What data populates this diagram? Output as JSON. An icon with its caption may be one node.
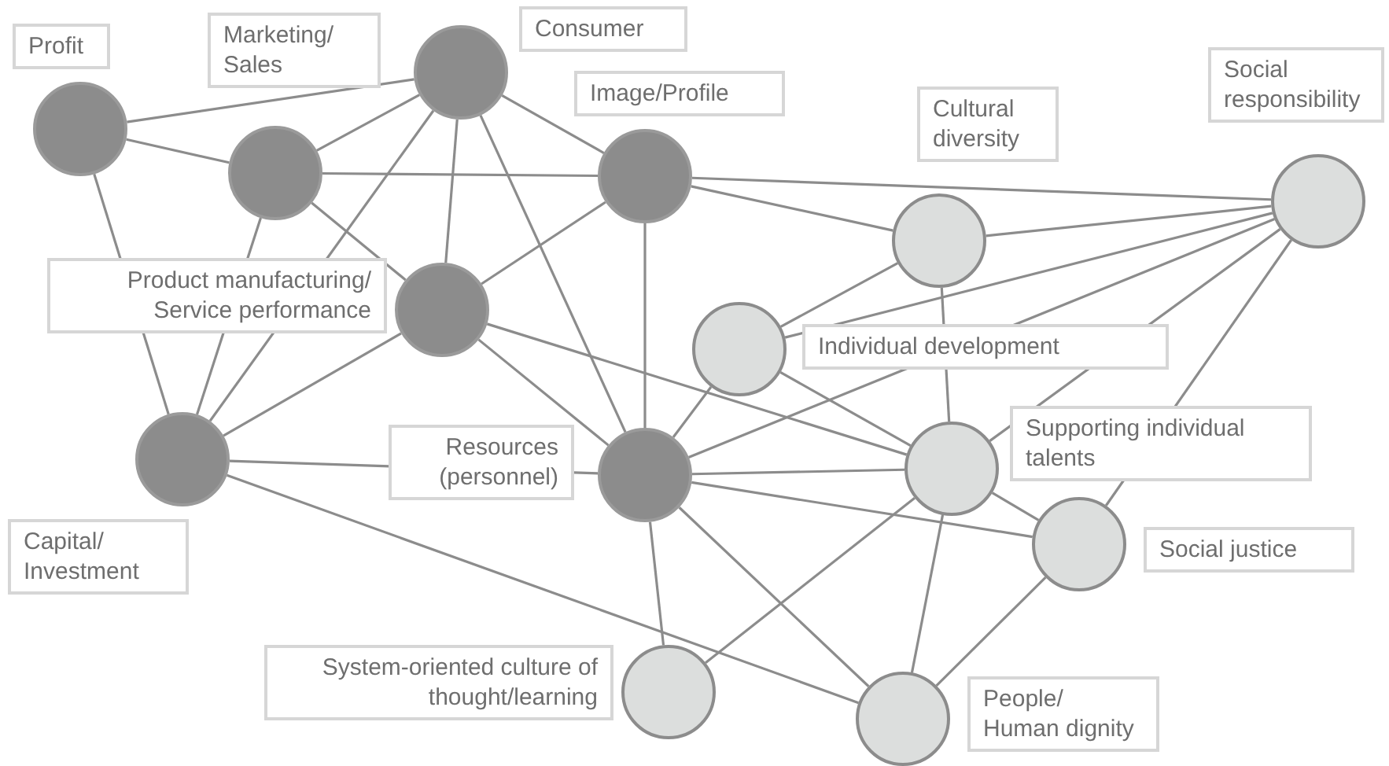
{
  "diagram": {
    "nodes": [
      {
        "text": [],
        "shape": "circle",
        "beside": [
          "Profit"
        ]
      },
      {
        "text": [],
        "shape": "circle",
        "beside": [
          "Marketing/ Sales"
        ]
      },
      {
        "text": [],
        "shape": "circle",
        "beside": [
          "Consumer"
        ]
      },
      {
        "text": [],
        "shape": "circle",
        "beside": [
          "Image/Profile"
        ]
      },
      {
        "text": [],
        "shape": "circle",
        "beside": [
          "Cultural diversity"
        ]
      },
      {
        "text": [],
        "shape": "circle",
        "beside": [
          "Social responsibility"
        ]
      },
      {
        "text": [],
        "shape": "circle",
        "beside": [
          "Product manufacturing/ Service performance"
        ]
      },
      {
        "text": [],
        "shape": "circle",
        "beside": [
          "Individual development"
        ]
      },
      {
        "text": [],
        "shape": "circle",
        "beside": [
          "Capital/ Investment"
        ]
      },
      {
        "text": [],
        "shape": "circle",
        "beside": [
          "Resources (personnel)"
        ]
      },
      {
        "text": [],
        "shape": "circle",
        "beside": [
          "Supporting individual talents"
        ]
      },
      {
        "text": [],
        "shape": "circle",
        "beside": [
          "Social justice"
        ]
      },
      {
        "text": [],
        "shape": "circle",
        "beside": [
          "System-oriented culture of thought/learning"
        ]
      },
      {
        "text": [],
        "shape": "circle",
        "beside": [
          "People/ Human dignity"
        ]
      }
    ],
    "edges": [
      {
        "from": 0,
        "to": 2,
        "arrow": "none"
      },
      {
        "from": 0,
        "to": 1,
        "arrow": "none"
      },
      {
        "from": 0,
        "to": 8,
        "arrow": "none"
      },
      {
        "from": 1,
        "to": 2,
        "arrow": "none"
      },
      {
        "from": 1,
        "to": 3,
        "arrow": "none"
      },
      {
        "from": 3,
        "to": 5,
        "arrow": "none"
      },
      {
        "from": 1,
        "to": 6,
        "arrow": "none"
      },
      {
        "from": 1,
        "to": 8,
        "arrow": "none"
      },
      {
        "from": 2,
        "to": 3,
        "arrow": "none"
      },
      {
        "from": 2,
        "to": 6,
        "arrow": "none"
      },
      {
        "from": 2,
        "to": 8,
        "arrow": "none"
      },
      {
        "from": 2,
        "to": 9,
        "arrow": "none"
      },
      {
        "from": 3,
        "to": 4,
        "arrow": "none"
      },
      {
        "from": 3,
        "to": 6,
        "arrow": "none"
      },
      {
        "from": 3,
        "to": 9,
        "arrow": "none"
      },
      {
        "from": 4,
        "to": 5,
        "arrow": "none"
      },
      {
        "from": 4,
        "to": 7,
        "arrow": "none"
      },
      {
        "from": 4,
        "to": 10,
        "arrow": "none"
      },
      {
        "from": 5,
        "to": 7,
        "arrow": "none"
      },
      {
        "from": 5,
        "to": 9,
        "arrow": "none"
      },
      {
        "from": 5,
        "to": 10,
        "arrow": "none"
      },
      {
        "from": 5,
        "to": 11,
        "arrow": "none"
      },
      {
        "from": 6,
        "to": 8,
        "arrow": "none"
      },
      {
        "from": 6,
        "to": 9,
        "arrow": "none"
      },
      {
        "from": 6,
        "to": 10,
        "arrow": "none"
      },
      {
        "from": 7,
        "to": 9,
        "arrow": "none"
      },
      {
        "from": 7,
        "to": 10,
        "arrow": "none"
      },
      {
        "from": 8,
        "to": 9,
        "arrow": "none"
      },
      {
        "from": 8,
        "to": 13,
        "arrow": "none"
      },
      {
        "from": 9,
        "to": 10,
        "arrow": "none"
      },
      {
        "from": 9,
        "to": 11,
        "arrow": "none"
      },
      {
        "from": 9,
        "to": 12,
        "arrow": "none"
      },
      {
        "from": 9,
        "to": 13,
        "arrow": "none"
      },
      {
        "from": 10,
        "to": 11,
        "arrow": "none"
      },
      {
        "from": 10,
        "to": 12,
        "arrow": "none"
      },
      {
        "from": 10,
        "to": 13,
        "arrow": "none"
      },
      {
        "from": 11,
        "to": 13,
        "arrow": "none"
      }
    ]
  }
}
